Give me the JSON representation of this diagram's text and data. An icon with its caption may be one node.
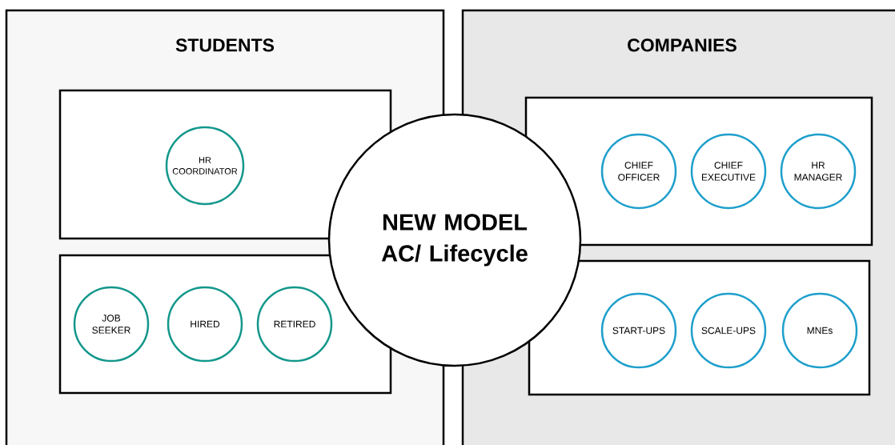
{
  "diagram": {
    "nodes": [
      {
        "text": [
          "STUDENTS"
        ]
      },
      {
        "text": [],
        "shape": "box",
        "in": 0
      },
      {
        "text": [
          "HR COORDINATOR"
        ],
        "in": 1
      },
      {
        "text": [],
        "shape": "box",
        "in": 0
      },
      {
        "text": [
          "JOB SEEKER"
        ],
        "in": 3
      },
      {
        "text": [
          "HIRED"
        ],
        "in": 3
      },
      {
        "text": [
          "RETIRED"
        ],
        "in": 3
      },
      {
        "text": [
          "COMPANIES"
        ]
      },
      {
        "text": [],
        "shape": "box",
        "in": 7
      },
      {
        "text": [
          "CHIEF OFFICER"
        ],
        "in": 8
      },
      {
        "text": [
          "CHIEF EXECUTIVE"
        ],
        "in": 8
      },
      {
        "text": [
          "HR MANAGER"
        ],
        "in": 8
      },
      {
        "text": [],
        "shape": "box",
        "in": 7
      },
      {
        "text": [
          "START-UPS"
        ],
        "in": 12
      },
      {
        "text": [
          "SCALE-UPS"
        ],
        "in": 12
      },
      {
        "text": [
          "MNEs"
        ],
        "in": 12
      },
      {
        "text": [
          "NEW MODEL AC/ Lifecycle"
        ]
      }
    ]
  }
}
